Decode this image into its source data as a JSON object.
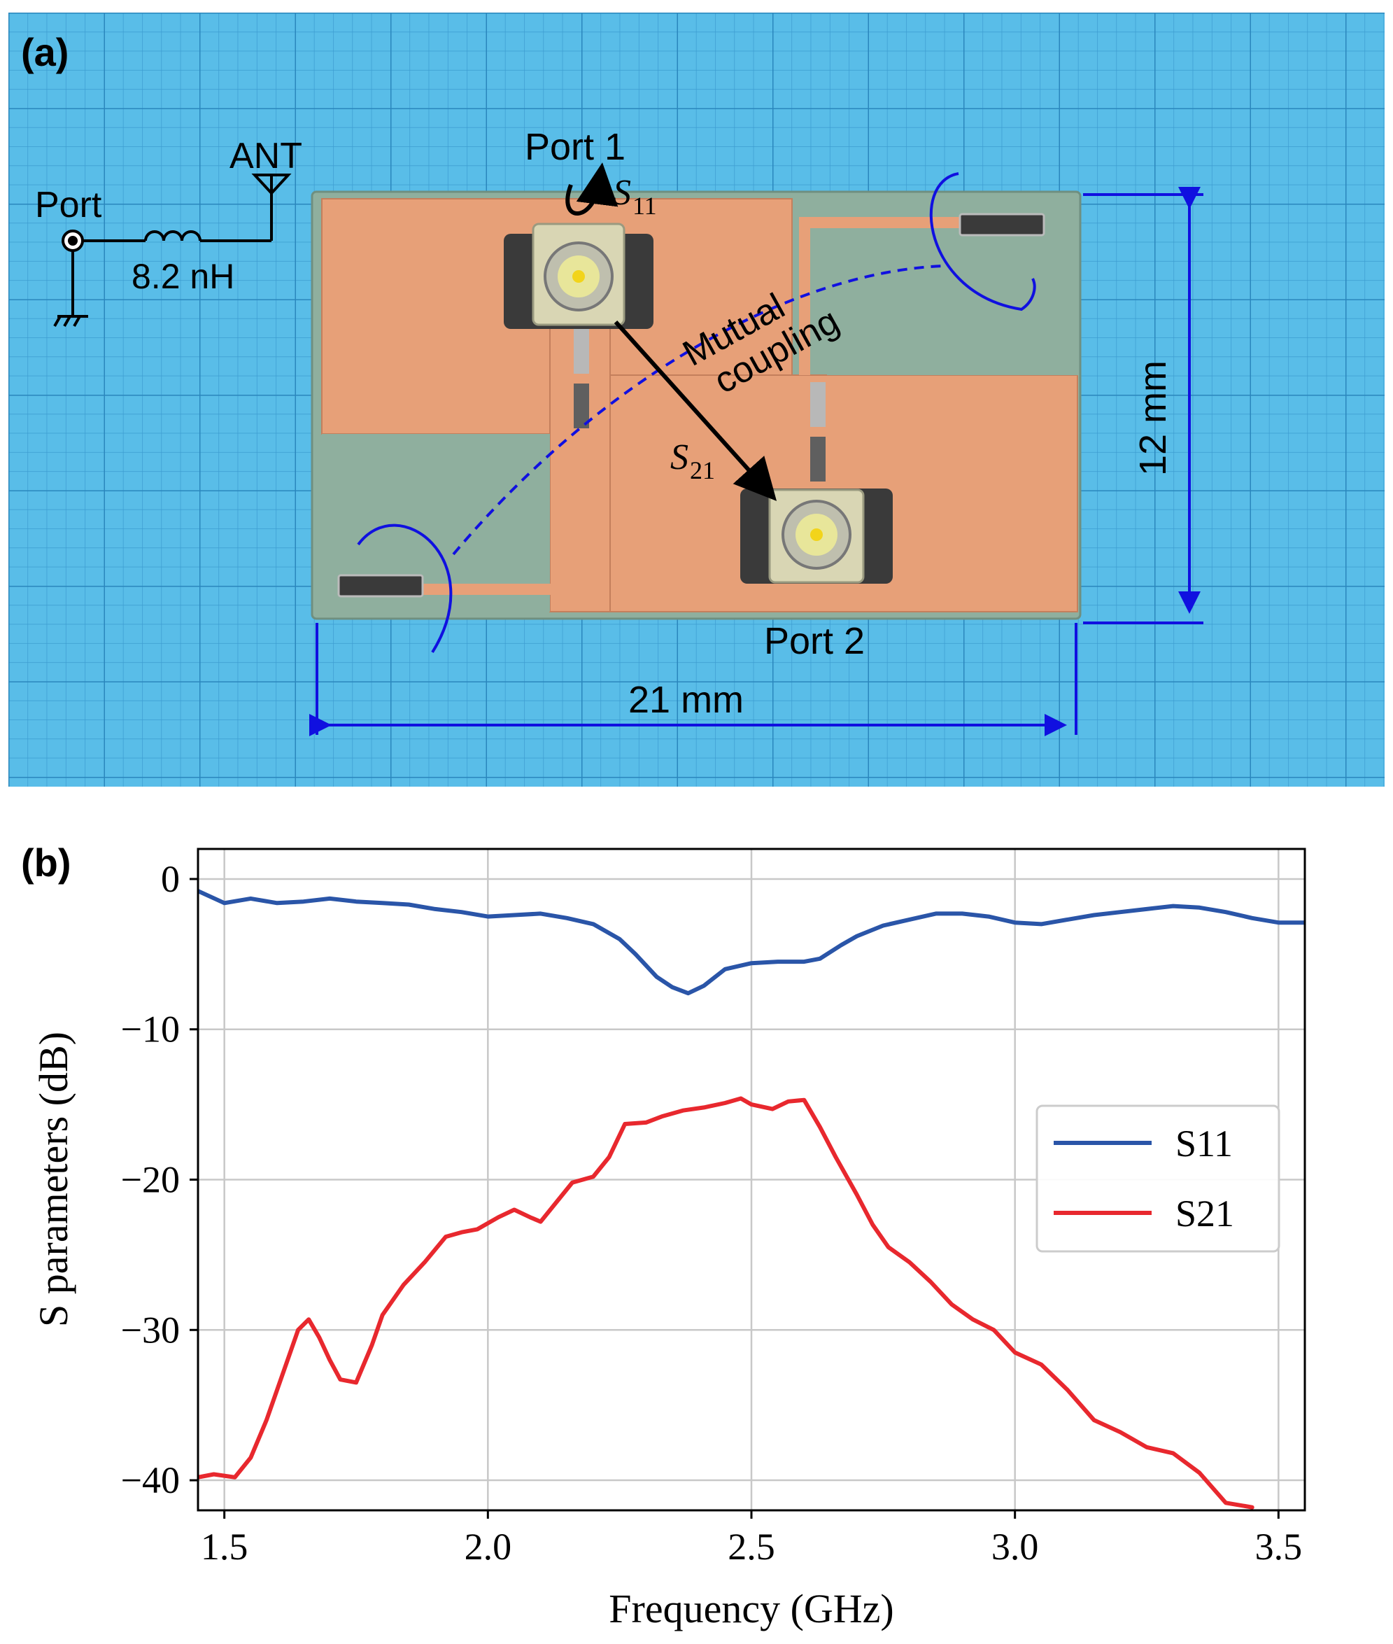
{
  "panel_a": {
    "label": "(a)",
    "schematic": {
      "port_label": "Port",
      "ant_label": "ANT",
      "inductor_label": "8.2 nH"
    },
    "port1_label": "Port 1",
    "port2_label": "Port 2",
    "s11_main": "S",
    "s11_sub": "11",
    "s21_main": "S",
    "s21_sub": "21",
    "coupling_line1": "Mutual",
    "coupling_line2": "coupling",
    "width_label": "21 mm",
    "height_label": "12 mm",
    "colors": {
      "background": "#59bde8",
      "grid": "#2f8fc4",
      "copper": "#e7a078",
      "substrate": "#8faf9e",
      "annotation": "#1010e0"
    }
  },
  "panel_b": {
    "label": "(b)"
  },
  "chart_data": {
    "type": "line",
    "title": "",
    "xlabel": "Frequency (GHz)",
    "ylabel": "S parameters (dB)",
    "xlim": [
      1.45,
      3.55
    ],
    "ylim": [
      -42,
      2
    ],
    "xticks": [
      1.5,
      2.0,
      2.5,
      3.0,
      3.5
    ],
    "xtick_labels": [
      "1.5",
      "2.0",
      "2.5",
      "3.0",
      "3.5"
    ],
    "yticks": [
      0,
      -10,
      -20,
      -30,
      -40
    ],
    "ytick_labels": [
      "0",
      "−10",
      "−20",
      "−30",
      "−40"
    ],
    "grid": true,
    "legend": "center-right",
    "series": [
      {
        "name": "S11",
        "color": "#2a55a8",
        "x": [
          1.45,
          1.5,
          1.55,
          1.6,
          1.65,
          1.7,
          1.75,
          1.8,
          1.85,
          1.9,
          1.95,
          2.0,
          2.05,
          2.1,
          2.15,
          2.2,
          2.25,
          2.28,
          2.32,
          2.35,
          2.38,
          2.41,
          2.45,
          2.5,
          2.55,
          2.6,
          2.63,
          2.67,
          2.7,
          2.75,
          2.8,
          2.85,
          2.9,
          2.95,
          3.0,
          3.05,
          3.1,
          3.15,
          3.2,
          3.25,
          3.3,
          3.35,
          3.4,
          3.45,
          3.5,
          3.55
        ],
        "y": [
          -0.8,
          -1.6,
          -1.3,
          -1.6,
          -1.5,
          -1.3,
          -1.5,
          -1.6,
          -1.7,
          -2.0,
          -2.2,
          -2.5,
          -2.4,
          -2.3,
          -2.6,
          -3.0,
          -4.0,
          -5.0,
          -6.5,
          -7.2,
          -7.6,
          -7.1,
          -6.0,
          -5.6,
          -5.5,
          -5.5,
          -5.3,
          -4.4,
          -3.8,
          -3.1,
          -2.7,
          -2.3,
          -2.3,
          -2.5,
          -2.9,
          -3.0,
          -2.7,
          -2.4,
          -2.2,
          -2.0,
          -1.8,
          -1.9,
          -2.2,
          -2.6,
          -2.9,
          -2.9
        ]
      },
      {
        "name": "S21",
        "color": "#e8282e",
        "x": [
          1.45,
          1.48,
          1.52,
          1.55,
          1.58,
          1.61,
          1.64,
          1.66,
          1.68,
          1.7,
          1.72,
          1.75,
          1.78,
          1.8,
          1.84,
          1.88,
          1.92,
          1.95,
          1.98,
          2.02,
          2.05,
          2.08,
          2.1,
          2.13,
          2.16,
          2.2,
          2.23,
          2.26,
          2.3,
          2.33,
          2.37,
          2.41,
          2.45,
          2.48,
          2.5,
          2.54,
          2.57,
          2.6,
          2.63,
          2.66,
          2.7,
          2.73,
          2.76,
          2.8,
          2.84,
          2.88,
          2.92,
          2.96,
          3.0,
          3.05,
          3.1,
          3.15,
          3.2,
          3.25,
          3.3,
          3.35,
          3.4,
          3.45
        ],
        "y": [
          -39.8,
          -39.6,
          -39.8,
          -38.5,
          -36.0,
          -33.0,
          -30.0,
          -29.3,
          -30.5,
          -32.0,
          -33.3,
          -33.5,
          -31.0,
          -29.0,
          -27.0,
          -25.5,
          -23.8,
          -23.5,
          -23.3,
          -22.5,
          -22.0,
          -22.5,
          -22.8,
          -21.5,
          -20.2,
          -19.8,
          -18.5,
          -16.3,
          -16.2,
          -15.8,
          -15.4,
          -15.2,
          -14.9,
          -14.6,
          -15.0,
          -15.3,
          -14.8,
          -14.7,
          -16.5,
          -18.5,
          -21.0,
          -23.0,
          -24.5,
          -25.5,
          -26.8,
          -28.3,
          -29.3,
          -30.0,
          -31.5,
          -32.3,
          -34.0,
          -36.0,
          -36.8,
          -37.8,
          -38.2,
          -39.5,
          -41.5,
          -41.8
        ]
      }
    ]
  }
}
